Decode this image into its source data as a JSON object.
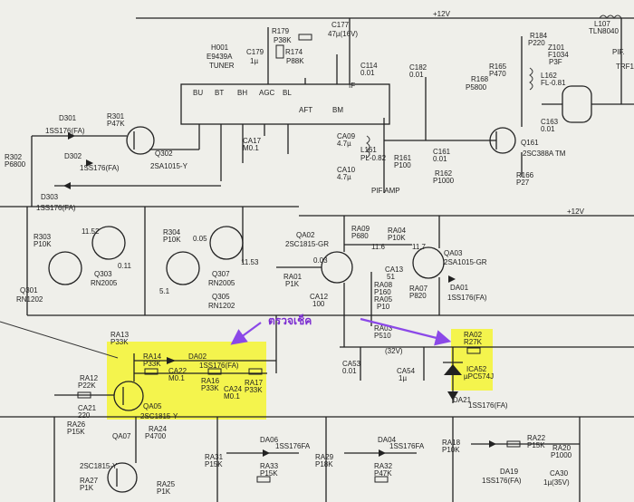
{
  "rails": {
    "top": "+12V",
    "mid": "+12V",
    "low": "(32V)"
  },
  "annotation": {
    "text": "ตรวจเช็ค",
    "arrow_color": "#8b48e8"
  },
  "highlight_color": "#f7f72a",
  "tuner": {
    "ref": "H001",
    "model": "E9439A",
    "type": "TUNER",
    "pins": [
      "BU",
      "BT",
      "BH",
      "AGC",
      "BL",
      "AFT",
      "BM",
      "IF"
    ]
  },
  "if_section": {
    "label": "PIF AMP",
    "transistor_ref": "Q161",
    "transistor_part": "2SC388A TM",
    "filter_ref": "Z101",
    "filter_part": "F1034",
    "filter_sub": "P3F",
    "coil": "L107",
    "coil_part": "TLN8040"
  },
  "top_components": [
    {
      "ref": "C179",
      "val": "1µ"
    },
    {
      "ref": "R179",
      "val": "P38K"
    },
    {
      "ref": "R174",
      "val": "P88K"
    },
    {
      "ref": "C177",
      "val": "47µ(16V)"
    },
    {
      "ref": "C114",
      "val": "0.01"
    },
    {
      "ref": "C182",
      "val": "0.01"
    },
    {
      "ref": "R184",
      "val": "P220"
    },
    {
      "ref": "R168",
      "val": "P5800"
    },
    {
      "ref": "R165",
      "val": "P470"
    },
    {
      "ref": "L162",
      "val": "FL-0.81"
    },
    {
      "ref": "C163",
      "val": "0.01"
    },
    {
      "ref": "C161",
      "val": "0.01"
    },
    {
      "ref": "R161",
      "val": "P100"
    },
    {
      "ref": "R162",
      "val": "P1000"
    },
    {
      "ref": "R166",
      "val": "P27"
    },
    {
      "ref": "L161",
      "val": "PL-0.82"
    },
    {
      "ref": "CA09",
      "val": "4.7µ"
    },
    {
      "ref": "CA10",
      "val": "4.7µ"
    },
    {
      "ref": "CA17",
      "val": "M0.1"
    }
  ],
  "left_section": {
    "d301": {
      "ref": "D301",
      "val": "1SS176(FA)"
    },
    "d302": {
      "ref": "D302",
      "val": "1SS176(FA)"
    },
    "d303": {
      "ref": "D303",
      "val": "1SS176(FA)"
    },
    "r301": {
      "ref": "R301",
      "val": "P47K"
    },
    "r302": {
      "ref": "R302",
      "val": "P6800"
    },
    "q302": {
      "ref": "Q302",
      "part": "2SA1015-Y"
    },
    "r303": {
      "ref": "R303",
      "val": "P10K"
    },
    "r304": {
      "ref": "R304",
      "val": "P10K"
    },
    "q301": {
      "ref": "Q301",
      "part": "RN1202"
    },
    "q303": {
      "ref": "Q303",
      "part": "RN2005"
    },
    "q305": {
      "ref": "Q305",
      "part": "RN1202"
    },
    "q307": {
      "ref": "Q307",
      "part": "RN2005"
    },
    "volt_labels": [
      "11.52",
      "0.11",
      "0.05",
      "11.53",
      "5.1"
    ]
  },
  "mid_section": {
    "qa02": {
      "ref": "QA02",
      "part": "2SC1815-GR"
    },
    "qa03": {
      "ref": "QA03",
      "part": "2SA1015-GR"
    },
    "ra01": {
      "ref": "RA01",
      "val": "P1K"
    },
    "ca12": {
      "ref": "CA12",
      "val": "100"
    },
    "ra09": {
      "ref": "RA09",
      "val": "P680"
    },
    "ra04": {
      "ref": "RA04",
      "val": "P10K"
    },
    "ra08": {
      "ref": "RA08",
      "val": "P160"
    },
    "ra05": {
      "ref": "RA05",
      "val": "P10"
    },
    "ra03": {
      "ref": "RA03",
      "val": "P510"
    },
    "ra07": {
      "ref": "RA07",
      "val": "P820"
    },
    "ca13": {
      "ref": "CA13",
      "val": "51"
    },
    "da01": {
      "ref": "DA01",
      "val": "1SS176(FA)"
    },
    "volts": [
      "0.03",
      "11.6",
      "11.7"
    ]
  },
  "right_section": {
    "ra02": {
      "ref": "RA02",
      "val": "R27K"
    },
    "ica52": {
      "ref": "ICA52",
      "part": "µPC574J"
    },
    "ca53": {
      "ref": "CA53",
      "val": "0.01"
    },
    "ca54": {
      "ref": "CA54",
      "val": "1µ"
    },
    "da21": {
      "ref": "DA21",
      "val": "1SS176(FA)"
    }
  },
  "highlight_box": {
    "ra13": {
      "ref": "RA13",
      "val": "P33K"
    },
    "ra14": {
      "ref": "RA14",
      "val": "P33K"
    },
    "da02": {
      "ref": "DA02",
      "val": "1SS176(FA)"
    },
    "ca22": {
      "ref": "CA22",
      "val": "M0.1"
    },
    "ra16": {
      "ref": "RA16",
      "val": "P33K"
    },
    "ca24": {
      "ref": "CA24",
      "val": "M0.1"
    },
    "ra17": {
      "ref": "RA17",
      "val": "P33K"
    },
    "qa05": {
      "ref": "QA05",
      "part": "2SC1815-Y"
    }
  },
  "bottom_section": {
    "ra12": {
      "ref": "RA12",
      "val": "P22K"
    },
    "ca21": {
      "ref": "CA21",
      "val": "220"
    },
    "ra26": {
      "ref": "RA26",
      "val": "P15K"
    },
    "qa07": {
      "ref": "QA07",
      "part": "2SC1815-Y"
    },
    "ra24": {
      "ref": "RA24",
      "val": "P4700"
    },
    "ra27": {
      "ref": "RA27",
      "val": "P1K"
    },
    "ra25": {
      "ref": "RA25",
      "val": "P1K"
    },
    "ra31": {
      "ref": "RA31",
      "val": "P15K"
    },
    "da06": {
      "ref": "DA06",
      "val": "1SS176FA"
    },
    "ra33": {
      "ref": "RA33",
      "val": "P15K"
    },
    "ra29": {
      "ref": "RA29",
      "val": "P18K"
    },
    "da04": {
      "ref": "DA04",
      "val": "1SS176FA"
    },
    "ra32": {
      "ref": "RA32",
      "val": "P47K"
    },
    "ra18": {
      "ref": "RA18",
      "val": "P10K"
    },
    "ra22": {
      "ref": "RA22",
      "val": "P15K"
    },
    "ra20": {
      "ref": "RA20",
      "val": "P1000"
    },
    "da19": {
      "ref": "DA19",
      "val": "1SS176(FA)"
    },
    "ca30": {
      "ref": "CA30",
      "val": "1µ(35V)"
    }
  },
  "edge_labels": [
    "PIF.",
    "TRF1"
  ]
}
